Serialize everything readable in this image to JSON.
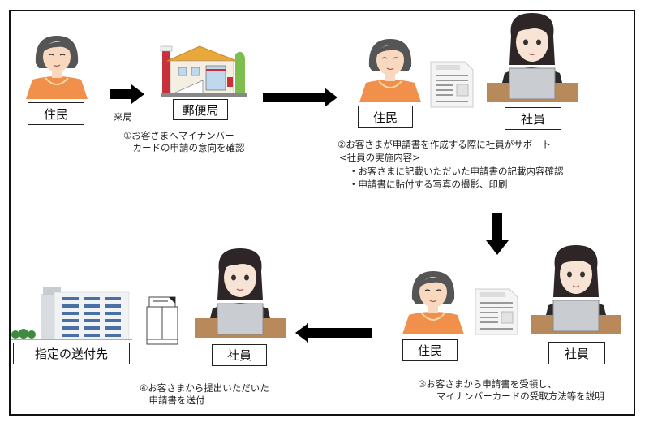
{
  "colors": {
    "resident_shirt": "#F0904A",
    "skin": "#F8D9C0",
    "hair_resident": "#555555",
    "hair_staff": "#2E2626",
    "uniform": "#2A2A2A",
    "accent_red": "#9B2335",
    "desk": "#B8895A",
    "laptop": "#C9CDD2",
    "arrow": "#000000",
    "roof": "#E8A93A",
    "building_window": "#4A6FA5"
  },
  "step1": {
    "resident_label": "住民",
    "arrow_label": "来局",
    "post_office_label": "郵便局",
    "caption": "①お客さまへマイナンバー\n　カードの申請の意向を確認"
  },
  "step2": {
    "resident_label": "住民",
    "staff_label": "社員",
    "caption_title": "②お客さまが申請書を作成する際に社員がサポート",
    "caption_subtitle": "<社員の実施内容>",
    "caption_items": [
      "・お客さまに記載いただいた申請書の記載内容確認",
      "・申請書に貼付する写真の撮影、印刷"
    ]
  },
  "step3": {
    "resident_label": "住民",
    "staff_label": "社員",
    "caption": "③お客さまから申請書を受領し、\n　　マイナンバーカードの受取方法等を説明"
  },
  "step4": {
    "destination_label": "指定の送付先",
    "staff_label": "社員",
    "caption": "④お客さまから提出いただいた\n　申請書を送付"
  },
  "icons": {
    "resident": "resident-woman-icon",
    "staff": "staff-at-laptop-icon",
    "post_office": "post-office-building-icon",
    "document": "application-form-icon",
    "envelope": "envelope-icon",
    "destination": "office-building-icon"
  }
}
